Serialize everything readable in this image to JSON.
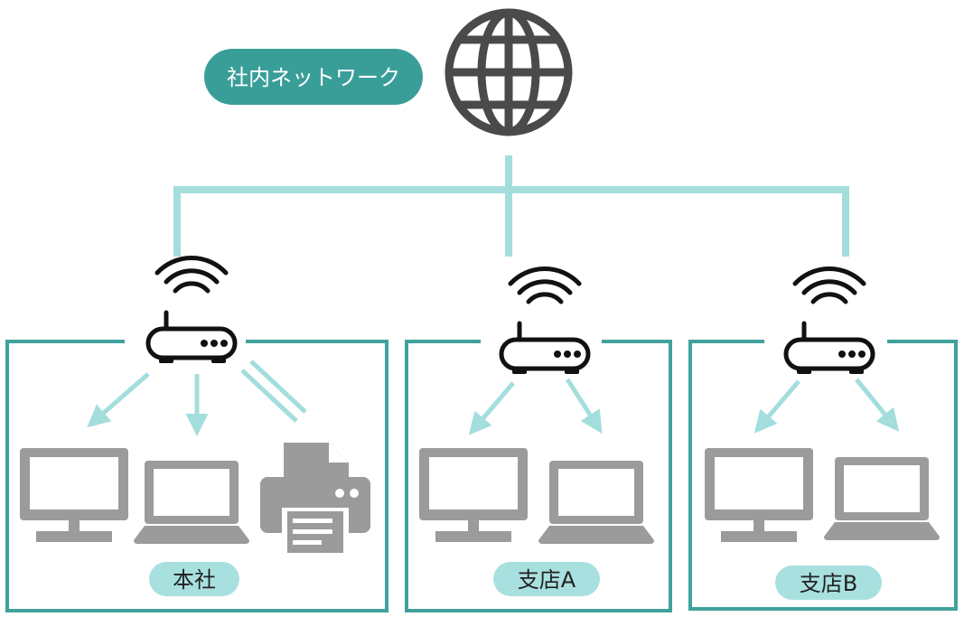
{
  "network": {
    "title": "社内ネットワーク",
    "icon": "globe-icon"
  },
  "sites": [
    {
      "label": "本社",
      "devices": [
        "desktop-monitor-icon",
        "laptop-icon",
        "printer-icon"
      ]
    },
    {
      "label": "支店A",
      "devices": [
        "desktop-monitor-icon",
        "laptop-icon"
      ]
    },
    {
      "label": "支店B",
      "devices": [
        "desktop-monitor-icon",
        "laptop-icon"
      ]
    }
  ],
  "colors": {
    "teal_dark": "#3a9e98",
    "teal_line": "#a3dedd",
    "teal_pill": "#a8e0df",
    "title_pill": "#3a9e98",
    "frame": "#41a19c",
    "globe": "#4a4a4a",
    "router": "#111111",
    "device": "#9b9b9b"
  }
}
